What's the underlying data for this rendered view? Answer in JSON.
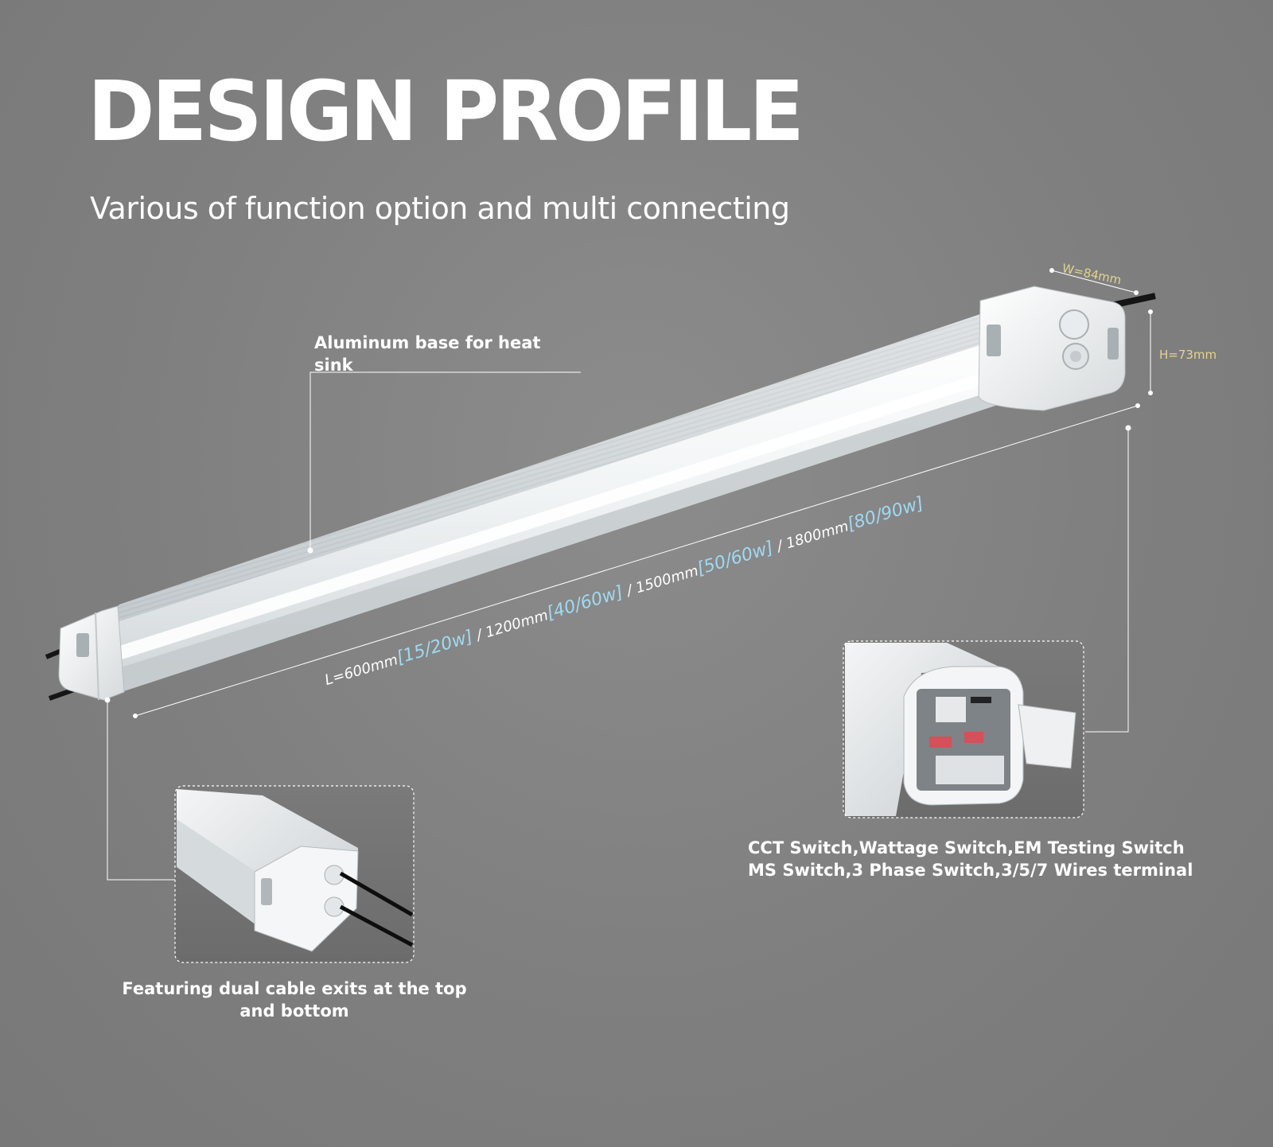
{
  "header": {
    "title": "DESIGN PROFILE",
    "subtitle": "Various of function option and multi connecting"
  },
  "callouts": {
    "aluminum": "Aluminum base for heat sink",
    "cable": "Featuring dual cable exits at the top and bottom",
    "switch_line1": "CCT Switch,Wattage Switch,EM Testing Switch",
    "switch_line2": "MS Switch,3 Phase Switch,3/5/7 Wires terminal"
  },
  "dimensions": {
    "width": "W=84mm",
    "height": "H=73mm",
    "length_prefix": "L=",
    "lengths": [
      {
        "size": "600mm",
        "watt": "[15/20w]"
      },
      {
        "size": "1200mm",
        "watt": "[40/60w]"
      },
      {
        "size": "1500mm",
        "watt": "[50/60w]"
      },
      {
        "size": "1800mm",
        "watt": "[80/90w]"
      }
    ],
    "separator": " / "
  },
  "colors": {
    "background": "#828282",
    "text": "#ffffff",
    "dimension_accent": "#e3d48c",
    "wattage_accent": "#9fd9f2"
  }
}
